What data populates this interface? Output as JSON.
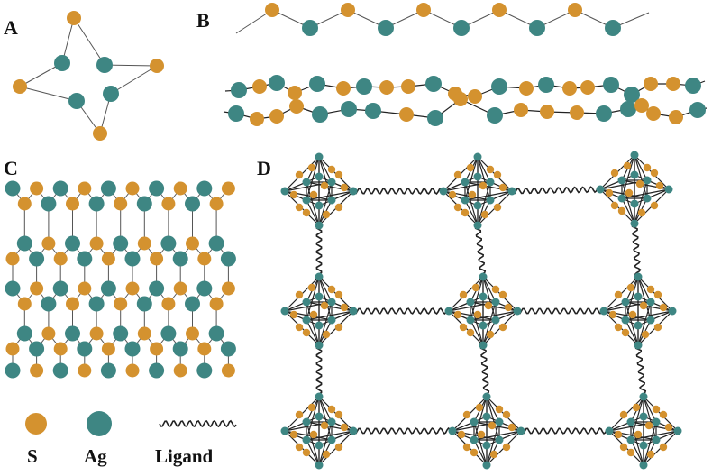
{
  "panels": [
    {
      "label": "A",
      "kind": "ring"
    },
    {
      "label": "B",
      "kind": "chains"
    },
    {
      "label": "C",
      "kind": "honeycomb"
    },
    {
      "label": "D",
      "kind": "framework"
    }
  ],
  "legend": [
    {
      "label": "S",
      "kind": "atom-s"
    },
    {
      "label": "Ag",
      "kind": "atom-ag"
    },
    {
      "label": "Ligand",
      "kind": "ligand"
    }
  ],
  "colors": {
    "sulfur": "#D4922F",
    "silver": "#3E8683",
    "bond": "#555555",
    "ligand": "#222222"
  }
}
